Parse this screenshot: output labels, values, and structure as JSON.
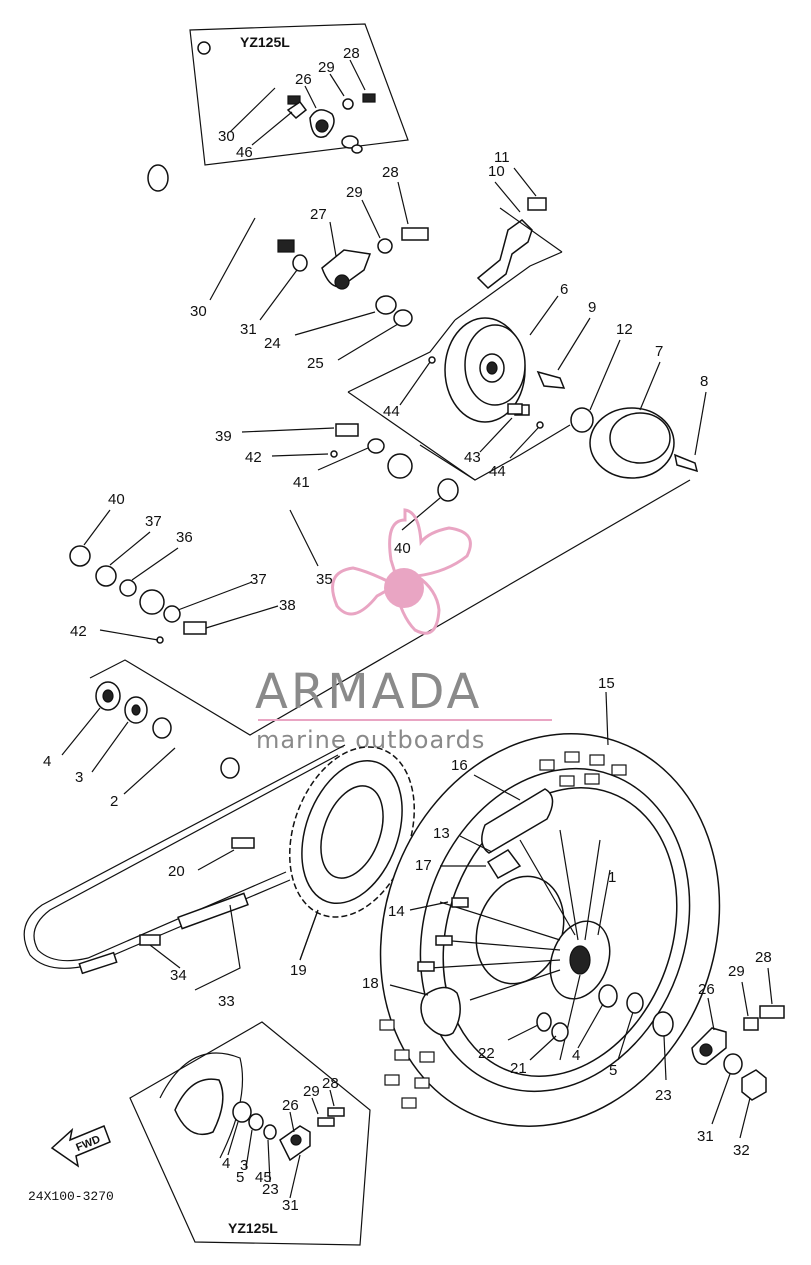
{
  "diagram": {
    "code": "24X100-3270",
    "inset_top_title": "YZ125L",
    "inset_bottom_title": "YZ125L",
    "fwd_label": "FWD",
    "watermark": {
      "brand": "ARMADA",
      "tagline": "marine outboards",
      "logo_color": "#e9a5c3",
      "text_color": "#8a8a8a"
    },
    "labels": {
      "p30": "30",
      "p31": "31",
      "p24": "24",
      "p25": "25",
      "p27": "27",
      "p29": "29",
      "p28": "28",
      "p10": "10",
      "p11": "11",
      "p6": "6",
      "p9": "9",
      "p12": "12",
      "p7": "7",
      "p8": "8",
      "p44a": "44",
      "p43": "43",
      "p44b": "44",
      "p39": "39",
      "p42a": "42",
      "p41": "41",
      "p40a": "40",
      "p37a": "37",
      "p36": "36",
      "p35": "35",
      "p40b": "40",
      "p37b": "37",
      "p38": "38",
      "p42b": "42",
      "p4a": "4",
      "p3": "3",
      "p2": "2",
      "p15": "15",
      "p16": "16",
      "p13": "13",
      "p17": "17",
      "p1": "1",
      "p20": "20",
      "p14": "14",
      "p19": "19",
      "p34": "34",
      "p33": "33",
      "p18": "18",
      "p22": "22",
      "p21": "21",
      "p4b": "4",
      "p5": "5",
      "p23": "23",
      "p26": "26",
      "p29b": "29",
      "p28b": "28",
      "p31b": "31",
      "p32": "32",
      "t30": "30",
      "t46": "46",
      "t26": "26",
      "t29": "29",
      "t28": "28",
      "b4": "4",
      "b3": "3",
      "b45": "45",
      "b23": "23",
      "b26": "26",
      "b29": "29",
      "b28": "28",
      "b31": "31",
      "b5": "5"
    }
  }
}
